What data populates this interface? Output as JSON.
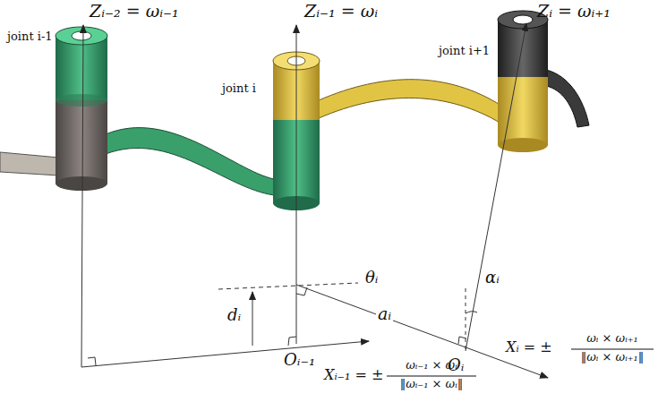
{
  "diagram": {
    "labels": [
      "Zᵢ₋₂ = ωᵢ₋₁",
      "Zᵢ₋₁ = ωᵢ",
      "Zᵢ = ωᵢ₊₁",
      "joint i-1",
      "joint i",
      "joint i+1",
      "θᵢ",
      "dᵢ",
      "aᵢ",
      "αᵢ",
      "Oᵢ",
      "Oᵢ₋₁",
      "Xᵢ = ±",
      "ωᵢ × ωᵢ₊₁",
      "‖ωᵢ × ωᵢ₊₁‖",
      "Xᵢ₋₁ = ±",
      "ωᵢ₋₁ × ωᵢ",
      "‖ωᵢ₋₁ × ωᵢ‖"
    ]
  }
}
